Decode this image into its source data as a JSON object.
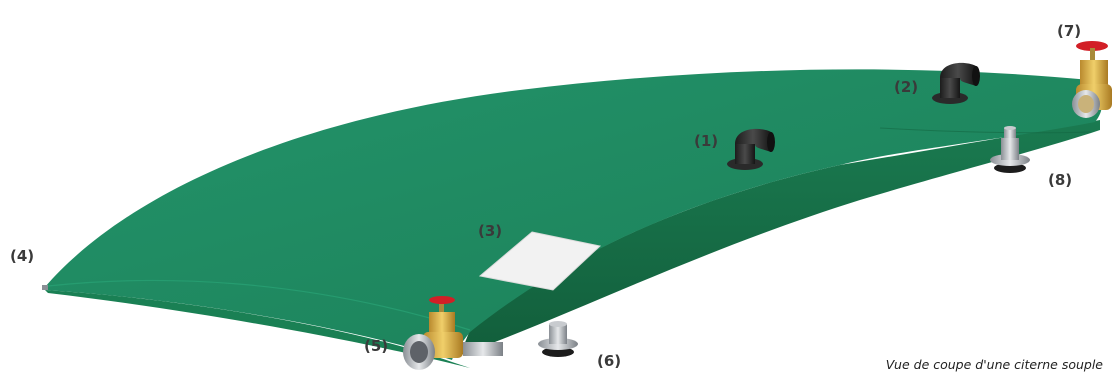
{
  "diagram": {
    "caption": "Vue de coupe d'une citerne souple",
    "tank_color": "#1f8a5e",
    "tank_shade": "#176e49",
    "callouts": [
      "(1)",
      "(2)",
      "(3)",
      "(4)",
      "(5)",
      "(6)",
      "(7)",
      "(8)"
    ],
    "components": [
      {
        "label": "(1)",
        "icon": "elbow-fitting-icon"
      },
      {
        "label": "(2)",
        "icon": "elbow-fitting-icon"
      },
      {
        "label": "(3)",
        "icon": "label-plate-icon"
      },
      {
        "label": "(4)",
        "icon": "tank-corner"
      },
      {
        "label": "(5)",
        "icon": "gate-valve-icon"
      },
      {
        "label": "(6)",
        "icon": "flange-fitting-icon"
      },
      {
        "label": "(7)",
        "icon": "gate-valve-icon"
      },
      {
        "label": "(8)",
        "icon": "flange-fitting-icon"
      }
    ]
  }
}
